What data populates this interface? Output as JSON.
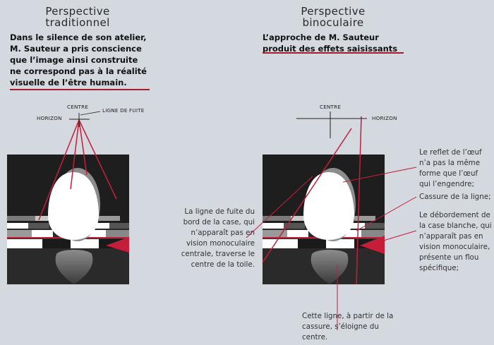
{
  "left": {
    "title_line1": "Perspective",
    "title_line2": "traditionnel",
    "subtitle": "Dans le silence de son atelier, M. Sauteur a pris conscience que l’image ainsi construite ne correspond pas à la réalité visuelle de l’être humain.",
    "label_centre": "CENTRE",
    "label_horizon": "HORIZON",
    "label_fuite": "LIGNE DE FUITE"
  },
  "right": {
    "title_line1": "Perspective",
    "title_line2": "binoculaire",
    "subtitle": "L’approche de M. Sauteur produit des effets saisissants",
    "label_centre": "CENTRE",
    "label_horizon": "HORIZON"
  },
  "annotations": {
    "ligne_fuite": "La ligne de fuite du bord de la case, qui n’apparaît pas en vision monoculaire centrale, traverse le centre de la toile.",
    "reflet": "Le reflet de l’œuf n’a pas la même forme que l’œuf qui l’engendre;",
    "cassure": "Cassure de la ligne;",
    "debordement": "Le débordement de la case blanche, qui n’apparaît pas en vision monoculaire, présente un flou spécifique;",
    "cette_ligne": "Cette ligne, à partir de la cassure, s’éloigne du centre."
  },
  "colors": {
    "background": "#d4d8df",
    "accent_red": "#a61b2d",
    "canvas_dark": "#1e1e1e"
  }
}
